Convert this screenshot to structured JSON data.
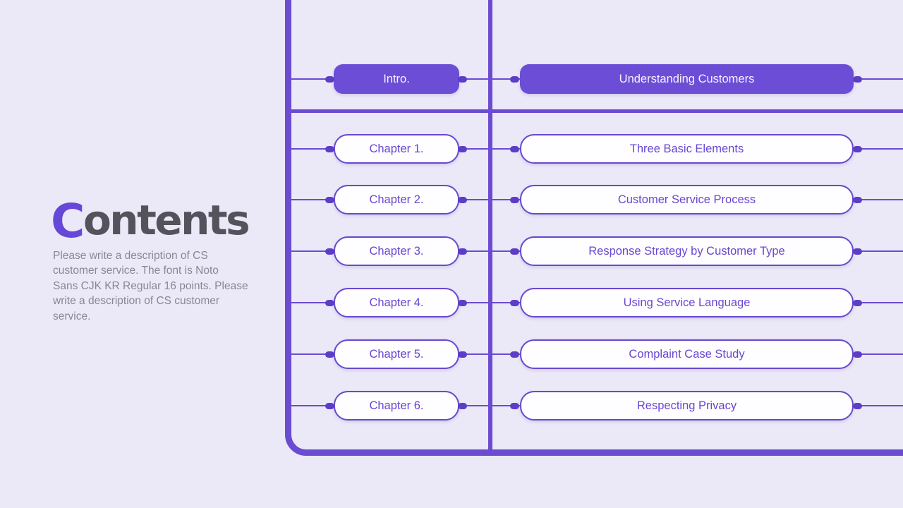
{
  "slide": {
    "background_color": "#EBE8F8",
    "accent_color": "#6A4BD2",
    "filled_button_color": "#6C4ED6",
    "nub_color": "#5C3EC6",
    "outlined_text_color": "#6847D1"
  },
  "left_panel": {
    "title_first_letter": "C",
    "title_rest": "ontents",
    "title_first_letter_color": "#6747D8",
    "title_rest_color": "#54525B",
    "description": "Please write a description of CS\ncustomer service. The font is Noto\nSans CJK KR Regular 16 points. Please\nwrite a description of CS customer\nservice."
  },
  "toc": {
    "rows": [
      {
        "left": "Intro.",
        "right": "Understanding Customers",
        "style": "filled"
      },
      {
        "left": "Chapter 1.",
        "right": "Three Basic Elements",
        "style": "outlined"
      },
      {
        "left": "Chapter 2.",
        "right": "Customer Service Process",
        "style": "outlined"
      },
      {
        "left": "Chapter 3.",
        "right": "Response Strategy by Customer Type",
        "style": "outlined"
      },
      {
        "left": "Chapter 4.",
        "right": "Using Service Language",
        "style": "outlined"
      },
      {
        "left": "Chapter 5.",
        "right": "Complaint Case Study",
        "style": "outlined"
      },
      {
        "left": "Chapter 6.",
        "right": "Respecting Privacy",
        "style": "outlined"
      }
    ]
  }
}
